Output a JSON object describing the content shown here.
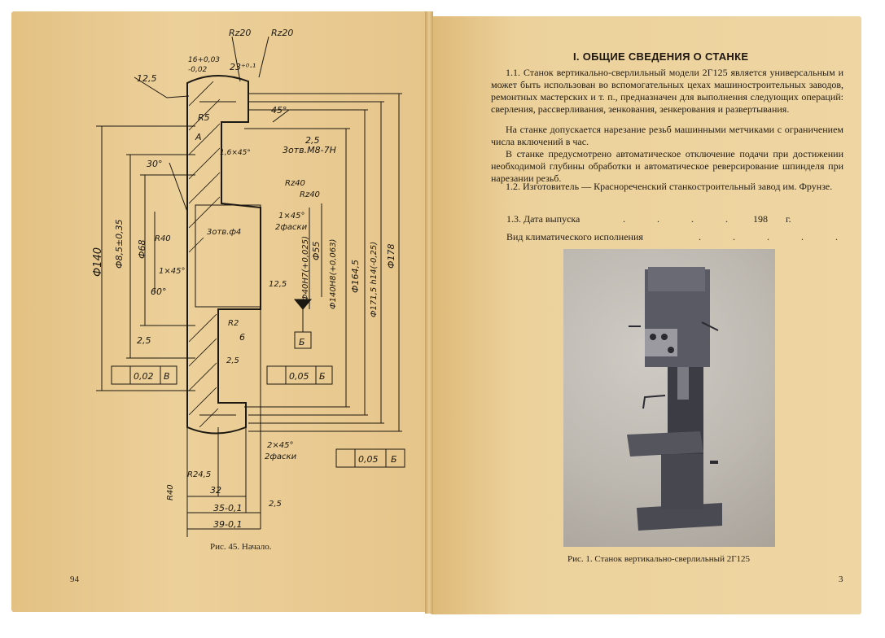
{
  "left_page": {
    "caption": "Рис. 45. Начало.",
    "page_number": "94",
    "drawing_labels": {
      "rz1": "Rz20",
      "rz2": "Rz20",
      "tol_top": "16+0,03",
      "tol_top2": "-0,02",
      "dim_23": "23⁺⁰·¹",
      "r125a": "12,5",
      "angle45": "45°",
      "r5": "R5",
      "a": "A",
      "d25": "2,5",
      "holes1": "3отв.М8-7H",
      "ch1": "1,6×45°",
      "angle30": "30°",
      "rz40a": "Rz40",
      "rz40b": "Rz40",
      "ch2": "1×45°",
      "fask1": "2фаски",
      "holes2": "3отв.ф4",
      "r40a": "R40",
      "phi140": "Ф140",
      "phi85": "Ф8,5±0,35",
      "phi68": "Ф68",
      "ch3": "1×45°",
      "angle60": "60°",
      "phi55": "Ф55",
      "phi40h7": "Ф40H7(+0,025)",
      "phi40h8": "Ф140H8(+0,063)",
      "phi1645": "Ф164,5",
      "phi171": "Ф171,5 h14(-0,25)",
      "phi178": "Ф178",
      "r125b": "12,5",
      "b1": "Б",
      "r2": "R2",
      "d6": "6",
      "d25b": "2,5",
      "d25c": "2,5",
      "tol1_val": "0,02",
      "tol1_ref": "B",
      "tol2_val": "0,05",
      "tol2_ref": "Б",
      "ch4": "2×45°",
      "fask2": "2фаски",
      "tol3_val": "0,05",
      "tol3_ref": "Б",
      "r245": "R24,5",
      "r40b": "R40",
      "d32": "32",
      "d35": "35-0,1",
      "d39": "39-0,1",
      "d25d": "2,5"
    }
  },
  "right_page": {
    "heading": "I. ОБЩИЕ СВЕДЕНИЯ О СТАНКЕ",
    "p1": "1.1. Станок вертикально-сверлильный модели 2Г125 является универсальным и может быть использован во вспомогательных цехах машиностроительных заводов, ремонтных мастерских и т. п., предназначен для выполнения следующих операций: сверления, рассверливания, зенкования, зенкерования и развертывания.",
    "p2": "На станке допускается нарезание резьб машинными метчиками с ограничением числа включений в час.",
    "p3": "В станке предусмотрено автоматическое отключение подачи при достижении необходимой глубины обработки и автоматическое реверсирование шпинделя при нарезании резьб.",
    "p4": "1.2. Изготовитель — Краснореченский станкостроительный завод им. Фрунзе.",
    "date_label": "1.3. Дата выпуска",
    "date_value": "198",
    "date_unit": "г.",
    "climate_label": "Вид климатического исполнения",
    "photo_caption": "Рис. 1. Станок вертикально-сверлильный 2Г125",
    "page_number": "3"
  }
}
